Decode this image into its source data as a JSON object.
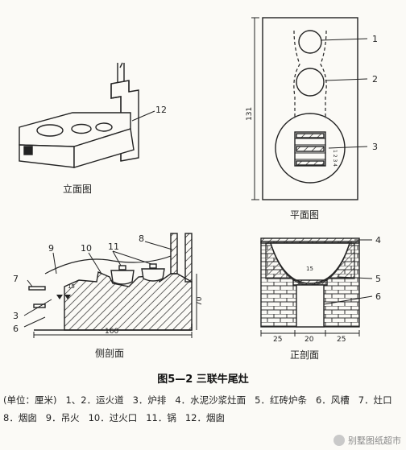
{
  "labels": {
    "elevation": "立面图",
    "plan": "平面图",
    "side": "侧剖面",
    "front": "正剖面"
  },
  "callouts": {
    "elev_12": "12",
    "plan_1": "1",
    "plan_2": "2",
    "plan_3": "3",
    "side_9": "9",
    "side_10": "10",
    "side_11": "11",
    "side_8": "8",
    "side_7": "7",
    "side_3": "3",
    "side_6": "6",
    "front_4": "4",
    "front_5": "5",
    "front_6": "6"
  },
  "dims": {
    "plan_height": "131",
    "plan_grate": "1 2 3 4",
    "side_height": "70",
    "side_length": "160",
    "side_inner": "15",
    "front_inner": "15",
    "front_left": "25",
    "front_mid": "20",
    "front_right": "25"
  },
  "figure": {
    "title": "图5—2  三联牛尾灶"
  },
  "legend": {
    "unit": "(单位：厘米)",
    "i1": "1、2．运火道",
    "i3": "3．炉排",
    "i4": "4．水泥沙浆灶面",
    "i5": "5．红砖炉条",
    "i6": "6．风槽",
    "i7": "7．灶口",
    "i8": "8．烟囱",
    "i9": "9．吊火",
    "i10": "10．过火口",
    "i11": "11．锅",
    "i12": "12．烟囱"
  },
  "watermark": "别墅图纸超市"
}
